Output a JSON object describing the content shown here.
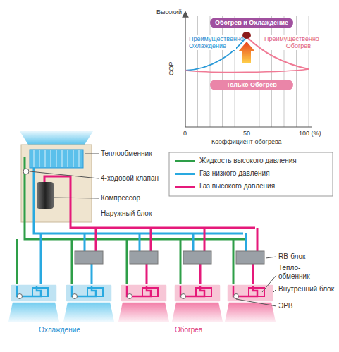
{
  "diagram": {
    "nodes": [
      {
        "text": [
          "Обогрев и Охлаждение"
        ]
      },
      {
        "text": [
          "Только Обогрев"
        ]
      },
      {
        "text": [
          "Наружный блок"
        ]
      }
    ],
    "labels": [
      "Высокий",
      "COP",
      "Преимущественно Охлаждение",
      "Преимущественно Обогрев",
      "0",
      "50",
      "100 (%)",
      "Коэффициент обогрева",
      "Теплообменник",
      "4-ходовой клапан",
      "Компрессор",
      "RB-блок",
      "Тепло- обменник",
      "Внутренний блок",
      "ЭРВ",
      "Охлаждение",
      "Обогрев"
    ],
    "legend": [
      {
        "text": "Жидкость высокого давления",
        "color": "#2e9e48"
      },
      {
        "text": "Газ низкого давления",
        "color": "#29a9e0"
      },
      {
        "text": "Газ высокого давления",
        "color": "#e5197a"
      }
    ]
  }
}
